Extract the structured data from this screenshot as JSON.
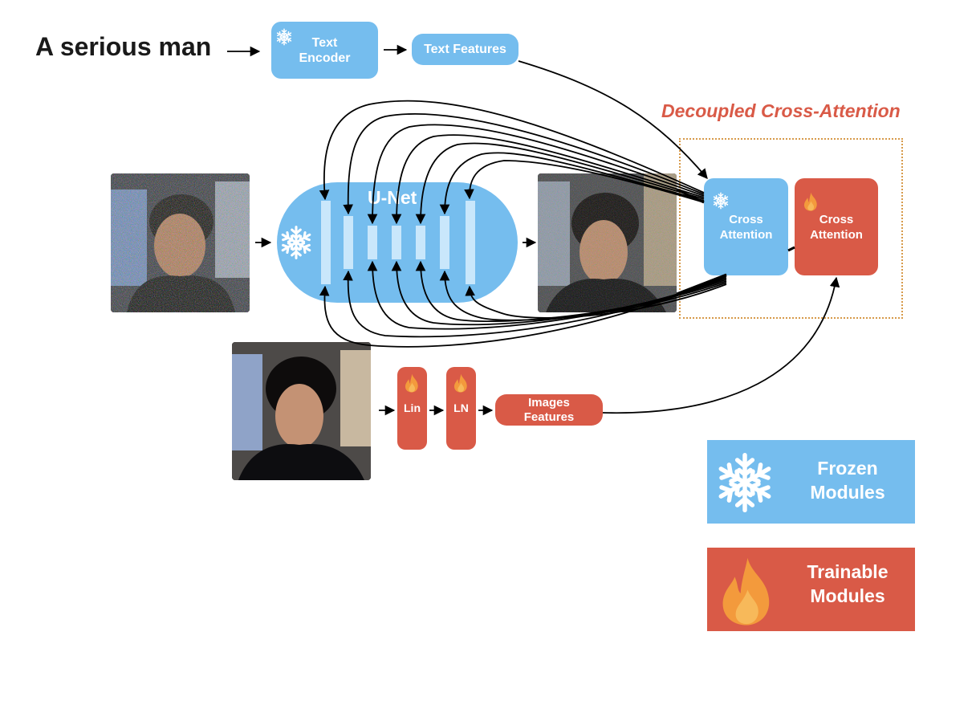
{
  "prompt": "A serious man",
  "text_encoder": {
    "label": "Text Encoder",
    "icon": "snowflake-icon"
  },
  "text_features": {
    "label": "Text Features"
  },
  "decoupled_title": "Decoupled Cross-Attention",
  "unet": {
    "label": "U-Net",
    "icon": "snowflake-icon"
  },
  "cross_attention_frozen": {
    "label": "Cross Attention",
    "icon": "snowflake-icon"
  },
  "cross_attention_trainable": {
    "label": "Cross Attention",
    "icon": "flame-icon"
  },
  "lin": {
    "label": "Lin",
    "icon": "flame-icon"
  },
  "ln": {
    "label": "LN",
    "icon": "flame-icon"
  },
  "image_features": {
    "label": "Images Features"
  },
  "legend": {
    "frozen": {
      "label": "Frozen Modules",
      "icon": "snowflake-icon"
    },
    "trainable": {
      "label": "Trainable Modules",
      "icon": "flame-icon"
    }
  },
  "colors": {
    "frozen": "#75bdee",
    "trainable": "#d95a47",
    "accent_text": "#d95a47",
    "dashed_border": "#d79a4a"
  }
}
